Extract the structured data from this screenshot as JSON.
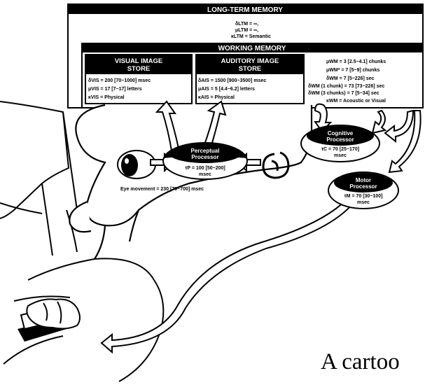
{
  "ltm": {
    "header": "LONG-TERM MEMORY",
    "lines": [
      "δLTM = ∞,",
      "μLTM = ∞,",
      "κLTM = Semantic"
    ]
  },
  "wm": {
    "header": "WORKING MEMORY",
    "lines": [
      "μWM = 3 [2.5~4.1] chunks",
      "μWM* = 7 [5~9] chunks",
      "δWM = 7 [5~226] sec",
      "δWM (1 chunk) = 73 [73~226] sec",
      "δWM (3 chunks) = 7 [5~34] sec",
      "κWM = Acoustic or Visual"
    ]
  },
  "vis": {
    "title1": "VISUAL IMAGE",
    "title2": "STORE",
    "lines": [
      "δVIS = 200 [70~1000] msec",
      "μVIS = 17 [7~17] letters",
      "κVIS = Physical"
    ]
  },
  "ais": {
    "title1": "AUDITORY IMAGE",
    "title2": "STORE",
    "lines": [
      "δAIS = 1500 [900~3500] msec",
      "μAIS = 5 [4.4~6.2] letters",
      "κAIS = Physical"
    ]
  },
  "perceptual": {
    "title1": "Perceptual",
    "title2": "Processor",
    "line1": "τP = 100 [50~200]",
    "line2": "msec"
  },
  "cognitive": {
    "title1": "Cognitive",
    "title2": "Processor",
    "line1": "τC = 70 [25~170]",
    "line2": "msec"
  },
  "motor": {
    "title1": "Motor",
    "title2": "Processor",
    "line1": "τM = 70 [30~100]",
    "line2": "msec"
  },
  "eye_movement": "Eye movement = 230 [70~700] msec",
  "caption": "A cartoo"
}
